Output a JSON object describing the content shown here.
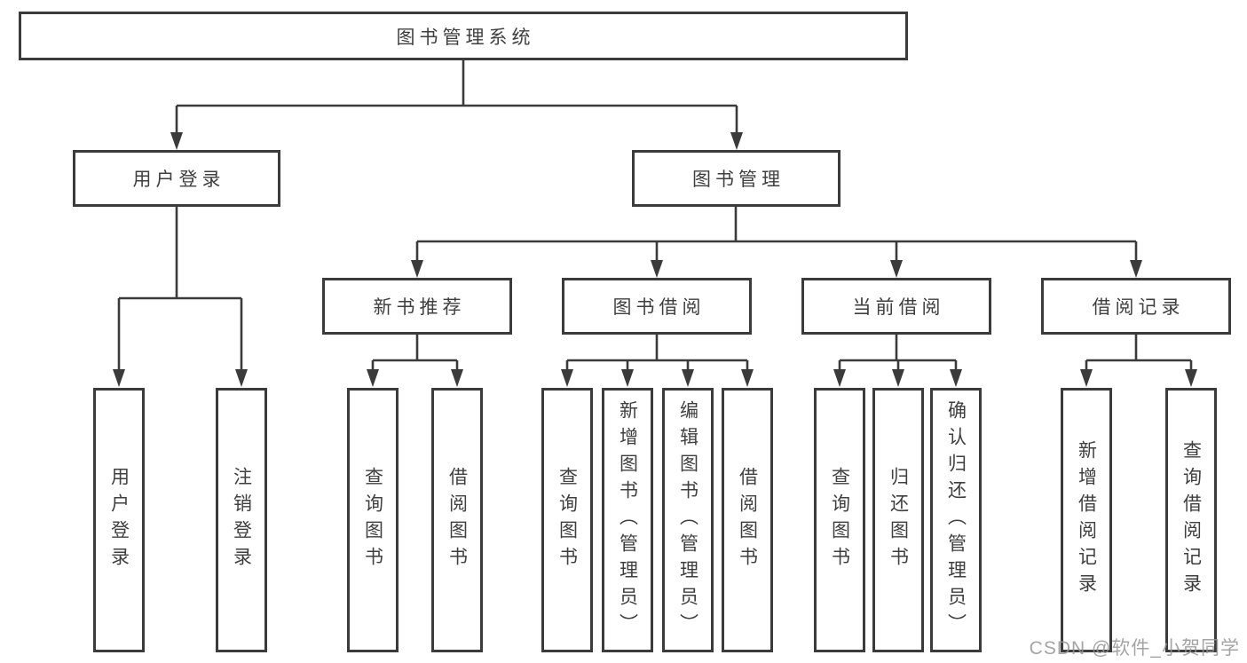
{
  "diagram": {
    "root": "图书管理系统",
    "level2": [
      "用户登录",
      "图书管理"
    ],
    "level3": [
      "新书推荐",
      "图书借阅",
      "当前借阅",
      "借阅记录"
    ],
    "leaves": {
      "user": [
        "用户登录",
        "注销登录"
      ],
      "recommend": [
        "查询图书",
        "借阅图书"
      ],
      "borrow": [
        "查询图书",
        "新增图书（管理员）",
        "编辑图书（管理员）",
        "借阅图书"
      ],
      "current": [
        "查询图书",
        "归还图书",
        "确认归还（管理员）"
      ],
      "record": [
        "新增借阅记录",
        "查询借阅记录"
      ]
    }
  },
  "watermark": "CSDN @软件_小贺同学",
  "colors": {
    "line": "#3b3b3b",
    "box_border": "#3b3b3b",
    "text": "#3f3f3f",
    "background": "#ffffff",
    "watermark": "#949494"
  }
}
